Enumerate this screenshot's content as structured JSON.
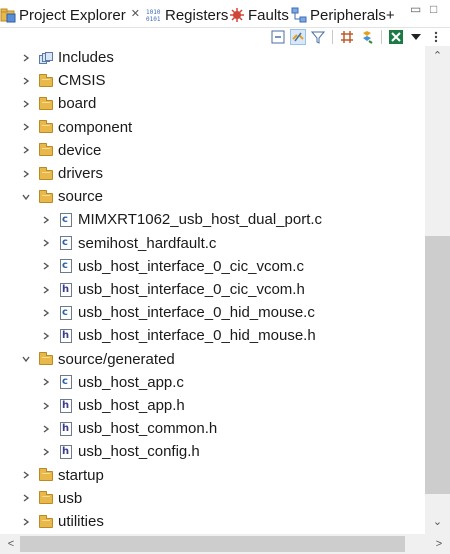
{
  "tabs": [
    {
      "label": "Project Explorer",
      "close": "✕",
      "icon": "project-explorer-icon"
    },
    {
      "label": "Registers",
      "icon": "registers-icon"
    },
    {
      "label": "Faults",
      "icon": "faults-icon"
    },
    {
      "label": "Peripherals+",
      "icon": "peripherals-icon"
    }
  ],
  "window_controls": {
    "minimize": "▭",
    "maximize": "□"
  },
  "toolbar": {
    "buttons": [
      "collapse-all-icon",
      "link-with-editor-icon",
      "filter-icon",
      "grid-icon",
      "sync-icon",
      "excel-icon",
      "view-menu-icon",
      "more-icon"
    ]
  },
  "tree": [
    {
      "label": "Includes",
      "type": "includes",
      "expanded": false,
      "depth": 0
    },
    {
      "label": "CMSIS",
      "type": "folder",
      "expanded": false,
      "depth": 0
    },
    {
      "label": "board",
      "type": "folder",
      "expanded": false,
      "depth": 0
    },
    {
      "label": "component",
      "type": "folder",
      "expanded": false,
      "depth": 0
    },
    {
      "label": "device",
      "type": "folder",
      "expanded": false,
      "depth": 0
    },
    {
      "label": "drivers",
      "type": "folder",
      "expanded": false,
      "depth": 0
    },
    {
      "label": "source",
      "type": "folder",
      "expanded": true,
      "depth": 0
    },
    {
      "label": "MIMXRT1062_usb_host_dual_port.c",
      "type": "c",
      "expanded": false,
      "depth": 1
    },
    {
      "label": "semihost_hardfault.c",
      "type": "c",
      "expanded": false,
      "depth": 1
    },
    {
      "label": "usb_host_interface_0_cic_vcom.c",
      "type": "c",
      "expanded": false,
      "depth": 1
    },
    {
      "label": "usb_host_interface_0_cic_vcom.h",
      "type": "h",
      "expanded": false,
      "depth": 1
    },
    {
      "label": "usb_host_interface_0_hid_mouse.c",
      "type": "c",
      "expanded": false,
      "depth": 1
    },
    {
      "label": "usb_host_interface_0_hid_mouse.h",
      "type": "h",
      "expanded": false,
      "depth": 1
    },
    {
      "label": "source/generated",
      "type": "folder",
      "expanded": true,
      "depth": 0
    },
    {
      "label": "usb_host_app.c",
      "type": "c",
      "expanded": false,
      "depth": 1
    },
    {
      "label": "usb_host_app.h",
      "type": "h",
      "expanded": false,
      "depth": 1
    },
    {
      "label": "usb_host_common.h",
      "type": "h",
      "expanded": false,
      "depth": 1
    },
    {
      "label": "usb_host_config.h",
      "type": "h",
      "expanded": false,
      "depth": 1
    },
    {
      "label": "startup",
      "type": "folder",
      "expanded": false,
      "depth": 0
    },
    {
      "label": "usb",
      "type": "folder",
      "expanded": false,
      "depth": 0
    },
    {
      "label": "utilities",
      "type": "folder",
      "expanded": false,
      "depth": 0
    }
  ],
  "file_letters": {
    "c": "c",
    "h": "h"
  },
  "scroll": {
    "up": "⌃",
    "down": "⌄",
    "left": "<",
    "right": ">"
  }
}
